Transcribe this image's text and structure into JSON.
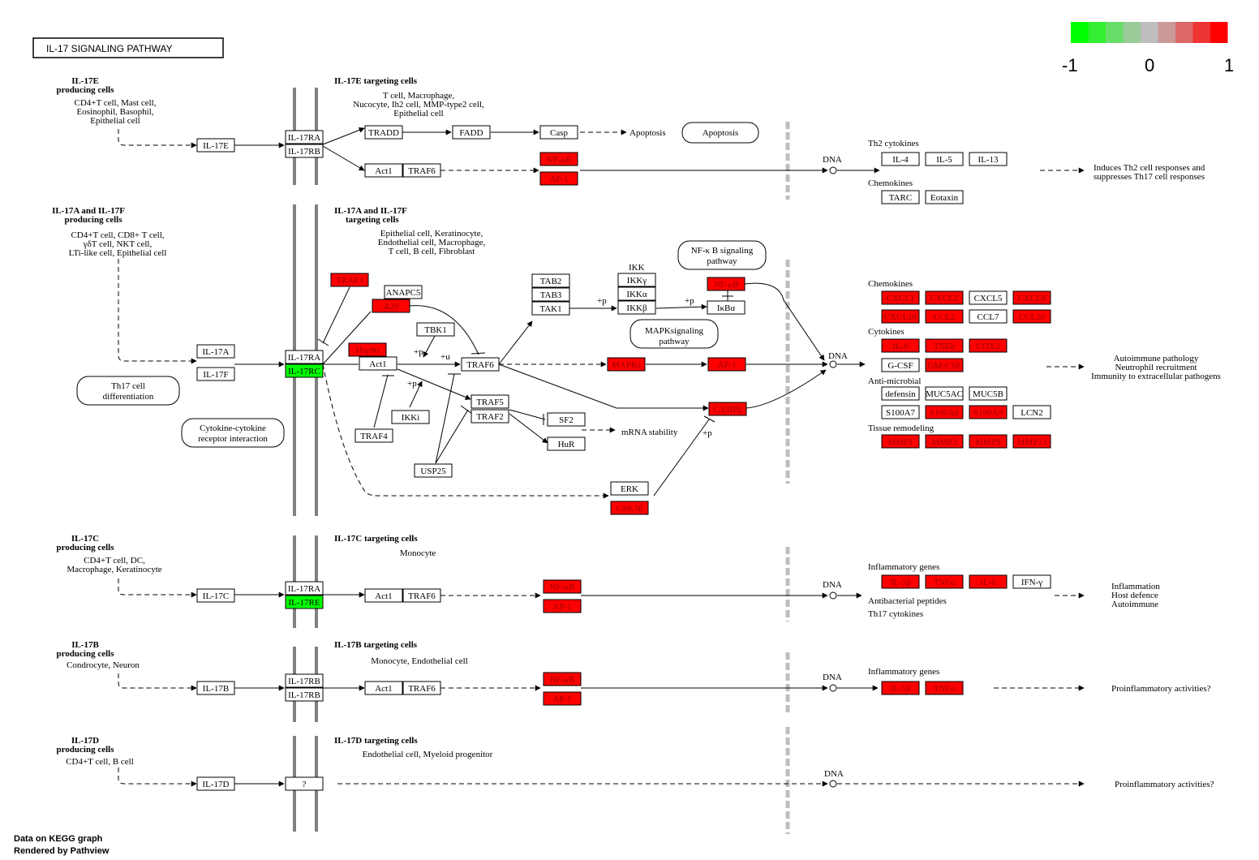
{
  "title": "IL-17  SIGNALING  PATHWAY",
  "legend": {
    "min": "-1",
    "mid": "0",
    "max": "1",
    "colors": [
      "#00ff00",
      "#33ee33",
      "#66dd66",
      "#99cc99",
      "#bebebe",
      "#cc9999",
      "#dd6666",
      "#ee3333",
      "#ff0000"
    ]
  },
  "colors": {
    "up": "#ff0000",
    "down": "#00ff00",
    "neutral": "#ffffff",
    "membrane": "#808080",
    "nucleus_border": "#bebebe"
  },
  "footer": {
    "line1": "Data on KEGG graph",
    "line2": "Rendered by Pathview"
  },
  "sections": {
    "e": {
      "prod_title": "IL-17E",
      "prod_sub": "producing cells",
      "prod_cells": [
        "CD4+T cell, Mast cell,",
        "Eosinophil, Basophil,",
        "Epithelial cell"
      ],
      "target_title": "IL-17E targeting cells",
      "target_cells": [
        "T cell, Macrophage,",
        "Nucocyte, Ih2 cell, MMP-type2 cell,",
        "Epithelial cell"
      ]
    },
    "af": {
      "prod_title": "IL-17A and IL-17F",
      "prod_sub": "producing cells",
      "prod_cells": [
        "CD4+T cell, CD8+ T cell,",
        "γδT cell, NKT cell,",
        "LTi-like cell, Epithelial cell"
      ],
      "target_title": "IL-17A and IL-17F",
      "target_sub": "targeting cells",
      "target_cells": [
        "Epithelial cell, Keratinocyte,",
        "Endothelial cell, Macrophage,",
        "T cell, B cell, Fibroblast"
      ]
    },
    "c": {
      "prod_title": "IL-17C",
      "prod_sub": "producing cells",
      "prod_cells": [
        "CD4+T cell, DC,",
        "Macrophage, Keratinocyte"
      ],
      "target_title": "IL-17C targeting cells",
      "target_cells": [
        "Monocyte"
      ]
    },
    "b": {
      "prod_title": "IL-17B",
      "prod_sub": "producing cells",
      "prod_cells": [
        "Condrocyte, Neuron"
      ],
      "target_title": "IL-17B targeting cells",
      "target_cells": [
        "Monocyte, Endothelial cell"
      ]
    },
    "d": {
      "prod_title": "IL-17D",
      "prod_sub": "producing cells",
      "prod_cells": [
        "CD4+T cell, B cell"
      ],
      "target_title": "IL-17D targeting cells",
      "target_cells": [
        "Endothelial cell, Myeloid progenitor"
      ]
    }
  },
  "maps": {
    "apoptosis": "Apoptosis",
    "th17": [
      "Th17 cell",
      "differentiation"
    ],
    "cytokine": [
      "Cytokine-cytokine",
      "receptor interaction"
    ],
    "nfkb": [
      "NF-κ B signaling",
      "pathway"
    ],
    "mapk": [
      "MAPKsignaling",
      "pathway"
    ]
  },
  "labels": {
    "apoptosis_out": "Apoptosis",
    "dna": "DNA",
    "mrna": "mRNA stability",
    "ikk": "IKK",
    "plus_p": "+p",
    "plus_u": "+u",
    "th2_cytokines": "Th2 cytokines",
    "chemokines": "Chemokines",
    "cytokines": "Cytokines",
    "antimicrobial": "Anti-microbial",
    "tissue": "Tissue remodeling",
    "inflam_genes": "Inflammatory genes",
    "antibact": "Antibacterial peptides",
    "th17cyt": "Th17 cytokines"
  },
  "outcomes": {
    "e": [
      "Induces Th2 cell responses and",
      "suppresses Th17 cell responses"
    ],
    "af": [
      "Autoimmune pathology",
      "Neutrophil recruitment",
      "Immunity to extracellular pathogens"
    ],
    "c": [
      "Inflammation",
      "Host defence",
      "Autoimmune"
    ],
    "b": [
      "Proinflammatory activities?"
    ],
    "d": [
      "Proinflammatory activities?"
    ]
  },
  "nodes": {
    "il17e": "IL-17E",
    "rA1": "IL-17RA",
    "rB1": "IL-17RB",
    "tradd": "TRADD",
    "fadd": "FADD",
    "casp": "Casp",
    "act1_e": "Act1",
    "traf6_e": "TRAF6",
    "nfkb_e": "NF-κB",
    "ap1_e": "AP-1",
    "il4": "IL-4",
    "il5": "IL-5",
    "il13": "IL-13",
    "tarc": "TARC",
    "eotaxin": "Eotaxin",
    "il17a": "IL-17A",
    "il17f": "IL-17F",
    "rA2": "IL-17RA",
    "rC": "IL-17RC",
    "traf3": "TRAF3",
    "anapc5": "ANAPC5",
    "a20": "A20",
    "tbk1": "TBK1",
    "hsp90": "Hsp90",
    "act1_a": "Act1",
    "traf6_a": "TRAF6",
    "ikki": "IKKi",
    "traf4": "TRAF4",
    "traf5": "TRAF5",
    "traf2": "TRAF2",
    "usp25": "USP25",
    "sf2": "SF2",
    "hur": "HuR",
    "tab2": "TAB2",
    "tab3": "TAB3",
    "tak1": "TAK1",
    "ikkg": "IKKγ",
    "ikka": "IKKα",
    "ikkb": "IKKβ",
    "nfkb_a": "NF-κB",
    "ikba": "IκBα",
    "mapks": "MAPKs",
    "ap1_a": "AP-1",
    "cebpb": "C/EBPβ",
    "erk": "ERK",
    "gsk3b": "GSK3β",
    "cxcl1": "CXCL1",
    "cxcl2": "CXCL2",
    "cxcl5": "CXCL5",
    "cxcl8": "CXCL8",
    "cxcl10": "CXCL10",
    "ccl2": "CCL2",
    "ccl7": "CCL7",
    "ccl20": "CCL20",
    "il6_a": "IL-6",
    "tnfa_a": "TNFα",
    "cox2": "COX2",
    "gcsf": "G-CSF",
    "gmcsf": "GM-CSF",
    "defensin": "defensin",
    "muc5ac": "MUC5AC",
    "muc5b": "MUC5B",
    "s100a7": "S100A7",
    "s100a8": "S100A8",
    "s100a9": "S100A9",
    "lcn2": "LCN2",
    "mmp1": "MMP1",
    "mmp3": "MMP3",
    "mmp9": "MMP9",
    "mmp13": "MMP13",
    "il17c": "IL-17C",
    "rA3": "IL-17RA",
    "rE": "IL-17RE",
    "act1_c": "Act1",
    "traf6_c": "TRAF6",
    "nfkb_c": "NF-κB",
    "ap1_c": "AP-1",
    "il1b_c": "IL-1β",
    "tnfa_c": "TNFα",
    "il6_c": "IL-6",
    "ifng": "IFN-γ",
    "il17b": "IL-17B",
    "rB2": "IL-17RB",
    "rB3": "IL-17RB",
    "act1_b": "Act1",
    "traf6_b": "TRAF6",
    "nfkb_b": "NF-κB",
    "ap1_b": "AP-1",
    "il1b_b": "IL-1β",
    "tnfa_b": "TNFα",
    "il17d": "IL-17D",
    "unknown": "?"
  }
}
